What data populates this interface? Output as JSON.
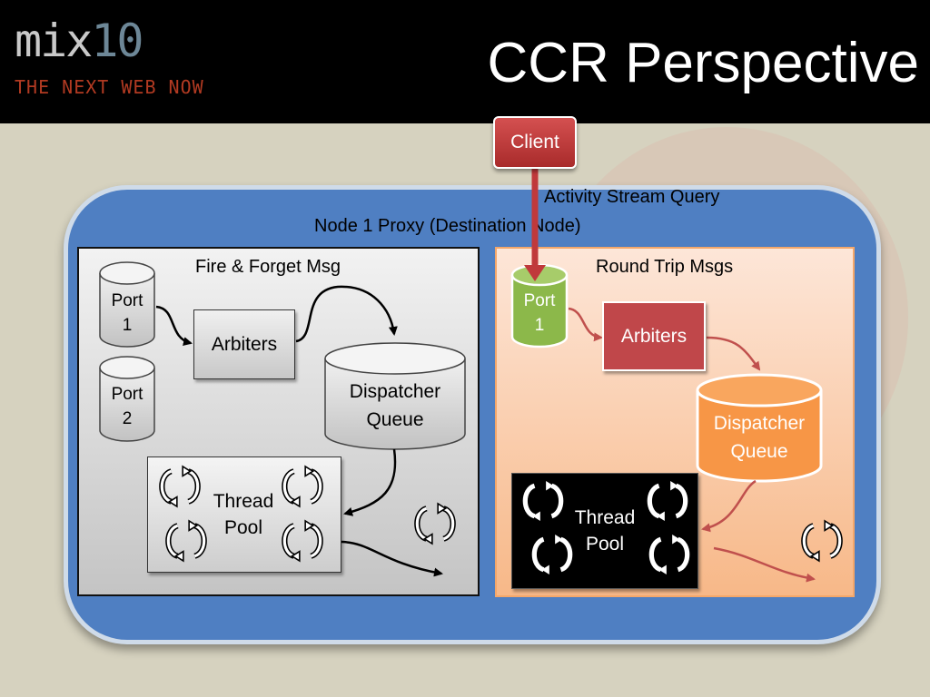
{
  "header": {
    "logo_top": "mix",
    "logo_num": "10",
    "logo_tagline": "THE NEXT WEB NOW",
    "title": "CCR Perspective"
  },
  "client": {
    "label": "Client"
  },
  "labels": {
    "activity_stream": "Activity Stream Query",
    "node": "Node 1 Proxy (Destination Node)"
  },
  "left_panel": {
    "title": "Fire & Forget Msg",
    "port1_line1": "Port",
    "port1_line2": "1",
    "port2_line1": "Port",
    "port2_line2": "2",
    "arbiters": "Arbiters",
    "dispatcher_line1": "Dispatcher",
    "dispatcher_line2": "Queue",
    "thread_line1": "Thread",
    "thread_line2": "Pool"
  },
  "right_panel": {
    "title": "Round Trip Msgs",
    "port1_line1": "Port",
    "port1_line2": "1",
    "arbiters": "Arbiters",
    "dispatcher_line1": "Dispatcher",
    "dispatcher_line2": "Queue",
    "thread_line1": "Thread",
    "thread_line2": "Pool"
  },
  "colors": {
    "background": "#d6d2bf",
    "node_blue": "#4f7fc2",
    "client_red": "#c0393b",
    "port_green": "#8cb84a",
    "dispatcher_orange": "#f79646",
    "arrow_red": "#c0504d"
  }
}
